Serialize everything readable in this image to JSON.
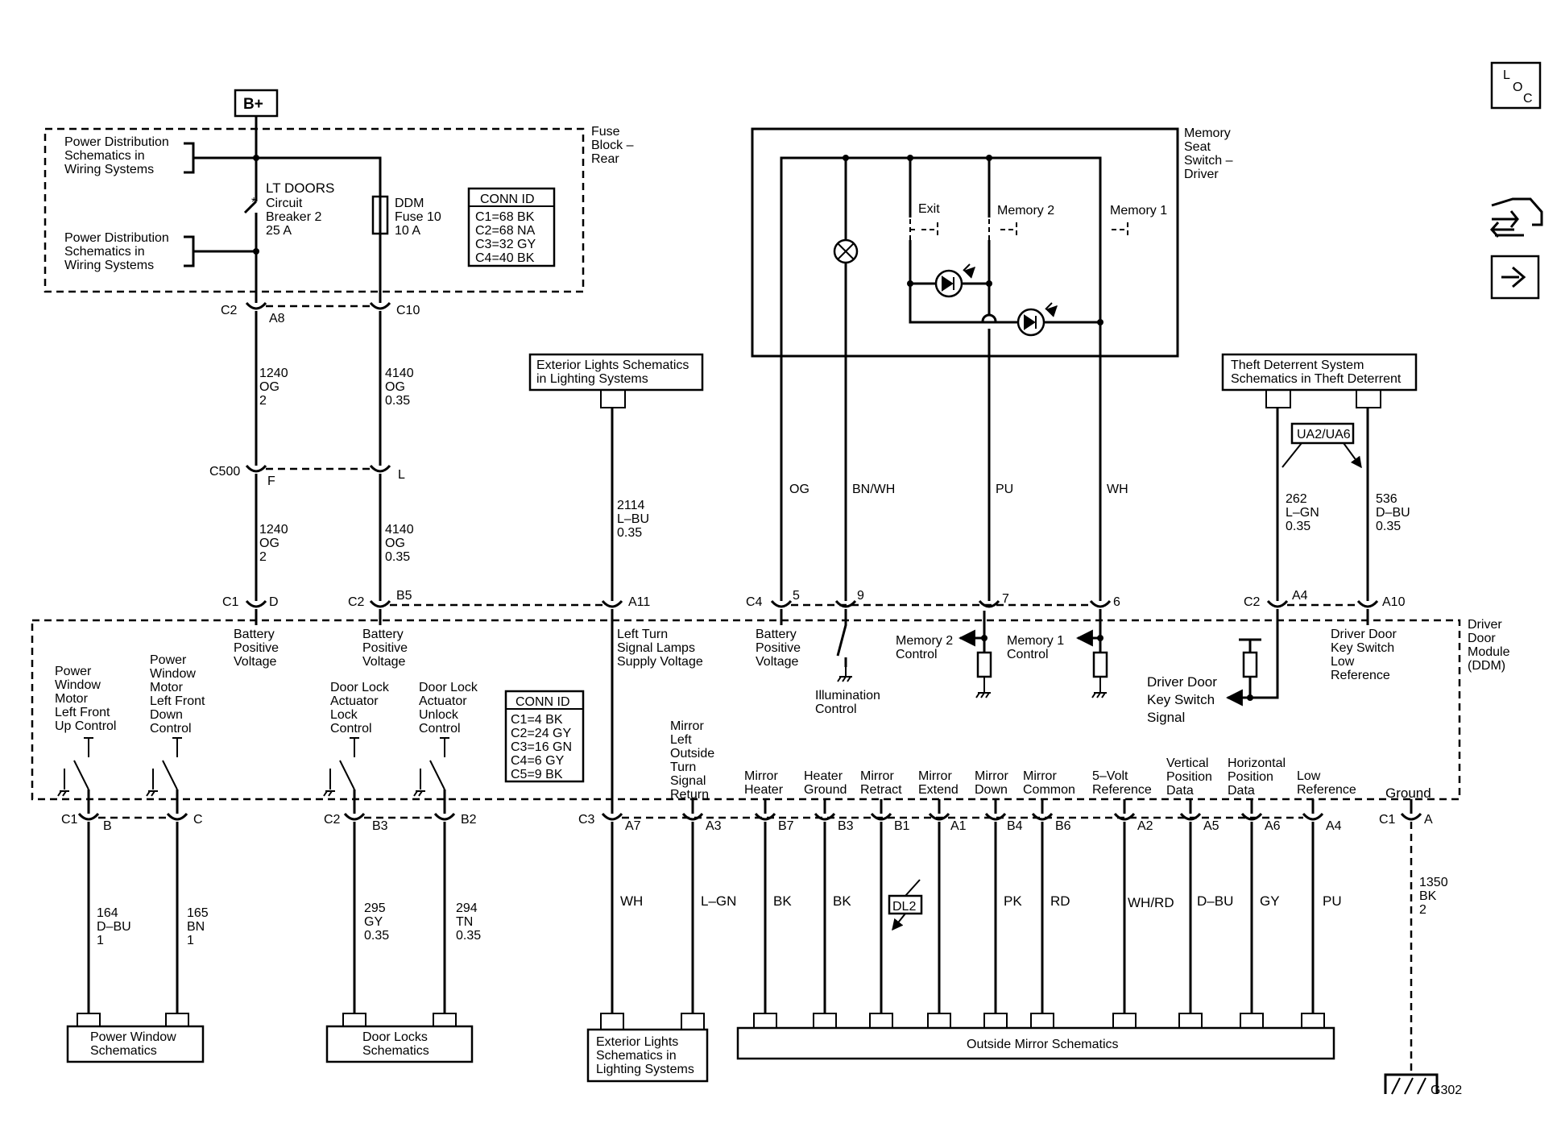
{
  "top_right_icons": {
    "loc_box": [
      "L",
      "O",
      "C"
    ],
    "icon_1": "vehicle-tools-icon",
    "icon_2": "arrow-right-icon"
  },
  "battery": {
    "label": "B+"
  },
  "fuse_block": {
    "title": [
      "Fuse",
      "Block –",
      "Rear"
    ],
    "power_dist_1": [
      "Power Distribution",
      "Schematics in",
      "Wiring Systems"
    ],
    "power_dist_2": [
      "Power Distribution",
      "Schematics in",
      "Wiring Systems"
    ],
    "breaker": [
      "LT DOORS",
      "Circuit",
      "Breaker 2",
      "25 A"
    ],
    "fuse": [
      "DDM",
      "Fuse 10",
      "10 A"
    ],
    "conn_id_title": "CONN ID",
    "conn_id": [
      "C1=68 BK",
      "C2=68 NA",
      "C3=32 GY",
      "C4=40 BK"
    ],
    "c2_label": "C2",
    "a8_label": "A8",
    "c10_label": "C10"
  },
  "wires_upper": {
    "w1240_a": [
      "1240",
      "OG",
      "2"
    ],
    "w4140_a": [
      "4140",
      "OG",
      "0.35"
    ],
    "c500": "C500",
    "f": "F",
    "l": "L",
    "w1240_b": [
      "1240",
      "OG",
      "2"
    ],
    "w4140_b": [
      "4140",
      "OG",
      "0.35"
    ],
    "w2114": [
      "2114",
      "L–BU",
      "0.35"
    ]
  },
  "exterior_lights_top": [
    "Exterior Lights Schematics",
    "in Lighting Systems"
  ],
  "memory_seat_switch": {
    "title": [
      "Memory",
      "Seat",
      "Switch –",
      "Driver"
    ],
    "exit": "Exit",
    "memory2": "Memory 2",
    "memory1": "Memory 1",
    "wire_og": "OG",
    "wire_bnwh": "BN/WH",
    "wire_pu": "PU",
    "wire_wh": "WH"
  },
  "theft_deterrent": {
    "title": [
      "Theft Deterrent System",
      "Schematics in Theft Deterrent"
    ],
    "option": "UA2/UA6",
    "w262": [
      "262",
      "L–GN",
      "0.35"
    ],
    "w536": [
      "536",
      "D–BU",
      "0.35"
    ]
  },
  "ddm_pins_top": {
    "c1": "C1",
    "d": "D",
    "c2": "C2",
    "b5": "B5",
    "a11": "A11",
    "c4": "C4",
    "p5": "5",
    "p9": "9",
    "p7": "7",
    "p6": "6",
    "c2b": "C2",
    "a4": "A4",
    "a10": "A10"
  },
  "ddm": {
    "title": [
      "Driver",
      "Door",
      "Module",
      "(DDM)"
    ],
    "bat_pos_1": [
      "Battery",
      "Positive",
      "Voltage"
    ],
    "bat_pos_2": [
      "Battery",
      "Positive",
      "Voltage"
    ],
    "left_turn": [
      "Left Turn",
      "Signal Lamps",
      "Supply Voltage"
    ],
    "bat_pos_3": [
      "Battery",
      "Positive",
      "Voltage"
    ],
    "illumination": [
      "Illumination",
      "Control"
    ],
    "mem2_ctrl": [
      "Memory 2",
      "Control"
    ],
    "mem1_ctrl": [
      "Memory 1",
      "Control"
    ],
    "key_switch_signal": [
      "Driver Door",
      "Key Switch",
      "Signal"
    ],
    "key_switch_low": [
      "Driver Door",
      "Key Switch",
      "Low",
      "Reference"
    ],
    "pw_up": [
      "Power",
      "Window",
      "Motor",
      "Left Front",
      "Up Control"
    ],
    "pw_down": [
      "Power",
      "Window",
      "Motor",
      "Left Front",
      "Down",
      "Control"
    ],
    "dl_lock": [
      "Door Lock",
      "Actuator",
      "Lock",
      "Control"
    ],
    "dl_unlock": [
      "Door Lock",
      "Actuator",
      "Unlock",
      "Control"
    ],
    "conn_id_title": "CONN ID",
    "conn_id": [
      "C1=4 BK",
      "C2=24 GY",
      "C3=16 GN",
      "C4=6 GY",
      "C5=9 BK"
    ],
    "mirror_turn": [
      "Mirror",
      "Left",
      "Outside",
      "Turn",
      "Signal",
      "Return"
    ],
    "mirror_heater": [
      "Mirror",
      "Heater"
    ],
    "heater_ground": [
      "Heater",
      "Ground"
    ],
    "mirror_retract": [
      "Mirror",
      "Retract"
    ],
    "mirror_extend": [
      "Mirror",
      "Extend"
    ],
    "mirror_down": [
      "Mirror",
      "Down"
    ],
    "mirror_common": [
      "Mirror",
      "Common"
    ],
    "five_volt": [
      "5–Volt",
      "Reference"
    ],
    "vertical": [
      "Vertical",
      "Position",
      "Data"
    ],
    "horizontal": [
      "Horizontal",
      "Position",
      "Data"
    ],
    "low_ref": [
      "Low",
      "Reference"
    ],
    "ground": "Ground"
  },
  "ddm_pins_bottom": {
    "c1": "C1",
    "b": "B",
    "c": "C",
    "c2": "C2",
    "b3": "B3",
    "b2": "B2",
    "c3": "C3",
    "a7": "A7",
    "a3": "A3",
    "b7": "B7",
    "b3b": "B3",
    "b1": "B1",
    "a1": "A1",
    "b4": "B4",
    "b6": "B6",
    "a2": "A2",
    "a5": "A5",
    "a6": "A6",
    "a4": "A4",
    "c1b": "C1",
    "a": "A"
  },
  "wires_lower": {
    "w164": [
      "164",
      "D–BU",
      "1"
    ],
    "w165": [
      "165",
      "BN",
      "1"
    ],
    "w295": [
      "295",
      "GY",
      "0.35"
    ],
    "w294": [
      "294",
      "TN",
      "0.35"
    ],
    "wh": "WH",
    "lgn": "L–GN",
    "bk1": "BK",
    "bk2": "BK",
    "dl2": "DL2",
    "pk": "PK",
    "rd": "RD",
    "whrd": "WH/RD",
    "dbu": "D–BU",
    "gy": "GY",
    "pu": "PU",
    "w1350": [
      "1350",
      "BK",
      "2"
    ]
  },
  "destinations": {
    "power_window": [
      "Power Window",
      "Schematics"
    ],
    "door_locks": [
      "Door Locks",
      "Schematics"
    ],
    "exterior_lights": [
      "Exterior Lights",
      "Schematics in",
      "Lighting Systems"
    ],
    "outside_mirror": "Outside Mirror Schematics",
    "ground_ref": "G302"
  }
}
